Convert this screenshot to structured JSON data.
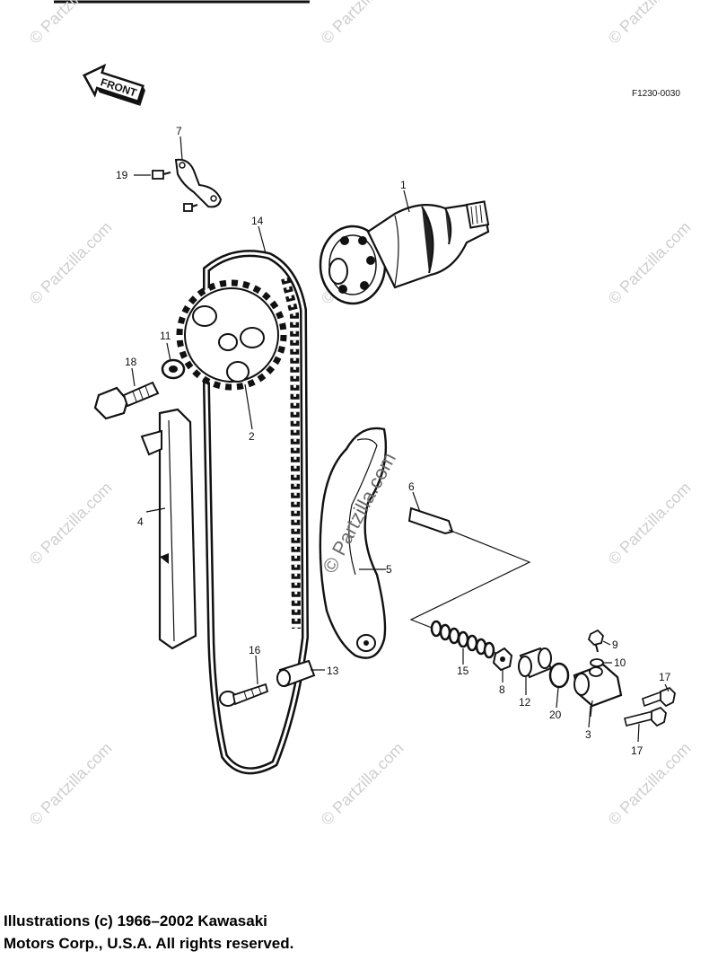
{
  "figure": {
    "reference_code": "F1230-0030",
    "front_label": "FRONT"
  },
  "watermark": {
    "text": "© Partzilla.com",
    "center_text": "© Partzilla.com"
  },
  "callouts": {
    "p1": "1",
    "p2": "2",
    "p3": "3",
    "p4": "4",
    "p5": "5",
    "p6": "6",
    "p7": "7",
    "p8": "8",
    "p9": "9",
    "p10": "10",
    "p11": "11",
    "p12": "12",
    "p13": "13",
    "p14": "14",
    "p15": "15",
    "p16": "16",
    "p17a": "17",
    "p17b": "17",
    "p18": "18",
    "p19": "19",
    "p20": "20"
  },
  "footer": {
    "line1": "Illustrations (c) 1966–2002 Kawasaki",
    "line2": "Motors Corp., U.S.A.  All rights reserved."
  }
}
